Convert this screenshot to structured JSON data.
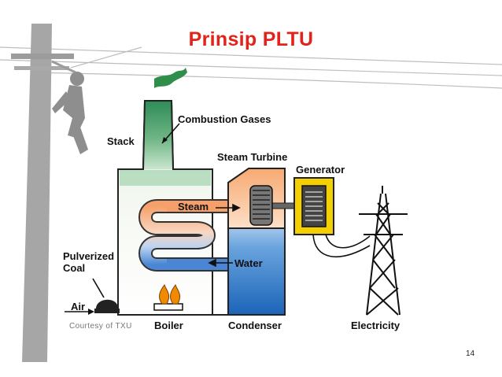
{
  "slide": {
    "title": "Prinsip PLTU",
    "page_number": "14",
    "credit": "Courtesy of TXU"
  },
  "colors": {
    "title": "#e2231a",
    "stack_top": "#2e8b57",
    "steam_pipe": "#f5a06a",
    "water_pipe": "#4a86d4",
    "condenser_water": "#1e6fbd",
    "turbine_housing": "#f7b07a",
    "generator": "#f5d000",
    "flame": "#f08a00"
  },
  "labels": {
    "combustion_gases": "Combustion Gases",
    "stack": "Stack",
    "steam_turbine": "Steam Turbine",
    "generator": "Generator",
    "steam": "Steam",
    "water": "Water",
    "pulverized_coal_line1": "Pulverized",
    "pulverized_coal_line2": "Coal",
    "air": "Air",
    "boiler": "Boiler",
    "condenser": "Condenser",
    "electricity": "Electricity"
  },
  "icons": [
    "utility-pole-icon",
    "lineworker-icon",
    "smoke-plume-icon",
    "flame-icon",
    "turbine-rotor-icon",
    "generator-rotor-icon",
    "transmission-tower-icon",
    "coal-pile-icon"
  ]
}
